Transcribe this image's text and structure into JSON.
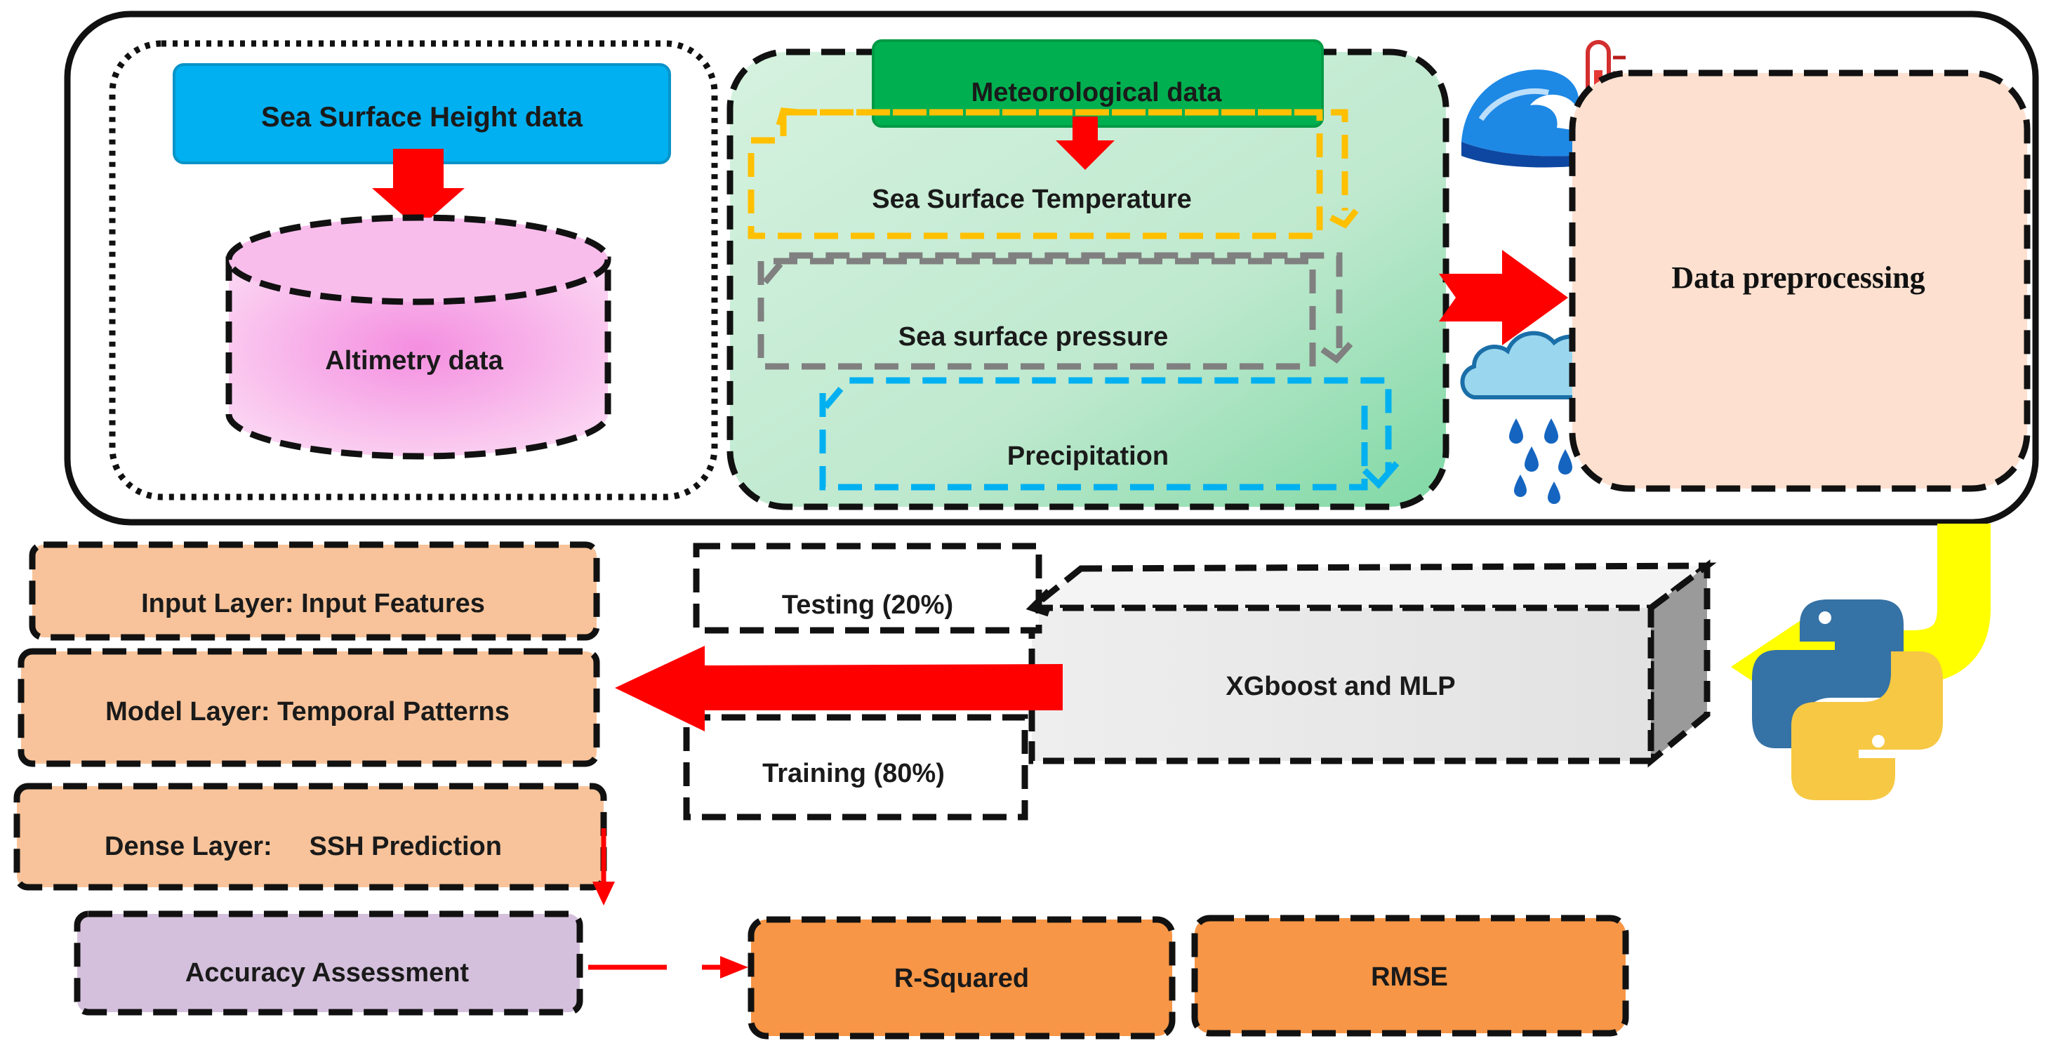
{
  "inputs": {
    "ssh_source": "Sea Surface Height data",
    "altimetry": "Altimetry data",
    "meteorological": "Meteorological data",
    "sst": "Sea Surface Temperature",
    "pressure": "Sea surface pressure",
    "precipitation": "Precipitation"
  },
  "preprocessing": {
    "label": "Data preprocessing"
  },
  "model": {
    "label": "XGboost and MLP"
  },
  "split": {
    "testing": "Testing (20%)",
    "training": "Training (80%)"
  },
  "layers": {
    "input": "Input Layer: Input Features",
    "model": "Model Layer: Temporal Patterns",
    "dense": "Dense Layer:     SSH Prediction"
  },
  "assessment": {
    "label": "Accuracy Assessment",
    "r2": "R-Squared",
    "rmse": "RMSE"
  },
  "icons": [
    "ocean-wave-icon",
    "thermometer-icon",
    "rain-cloud-icon",
    "python-logo-icon"
  ],
  "colors": {
    "ssh_box": "#00b0f0",
    "meteo_box": "#00b050",
    "cylinder": "#f7a8e8",
    "green_panel": "#c9ecd6",
    "preprocess_box": "#fde0d0",
    "layer_box": "#f8c39a",
    "accuracy_box": "#d4c0dc",
    "metric_box": "#f79646",
    "model_box": "#ececec",
    "arrow_red": "#ff0000",
    "arrow_yellow": "#ffff00",
    "sst_dash": "#ffc000",
    "pressure_dash": "#808080",
    "precip_dash": "#00b0f0"
  }
}
